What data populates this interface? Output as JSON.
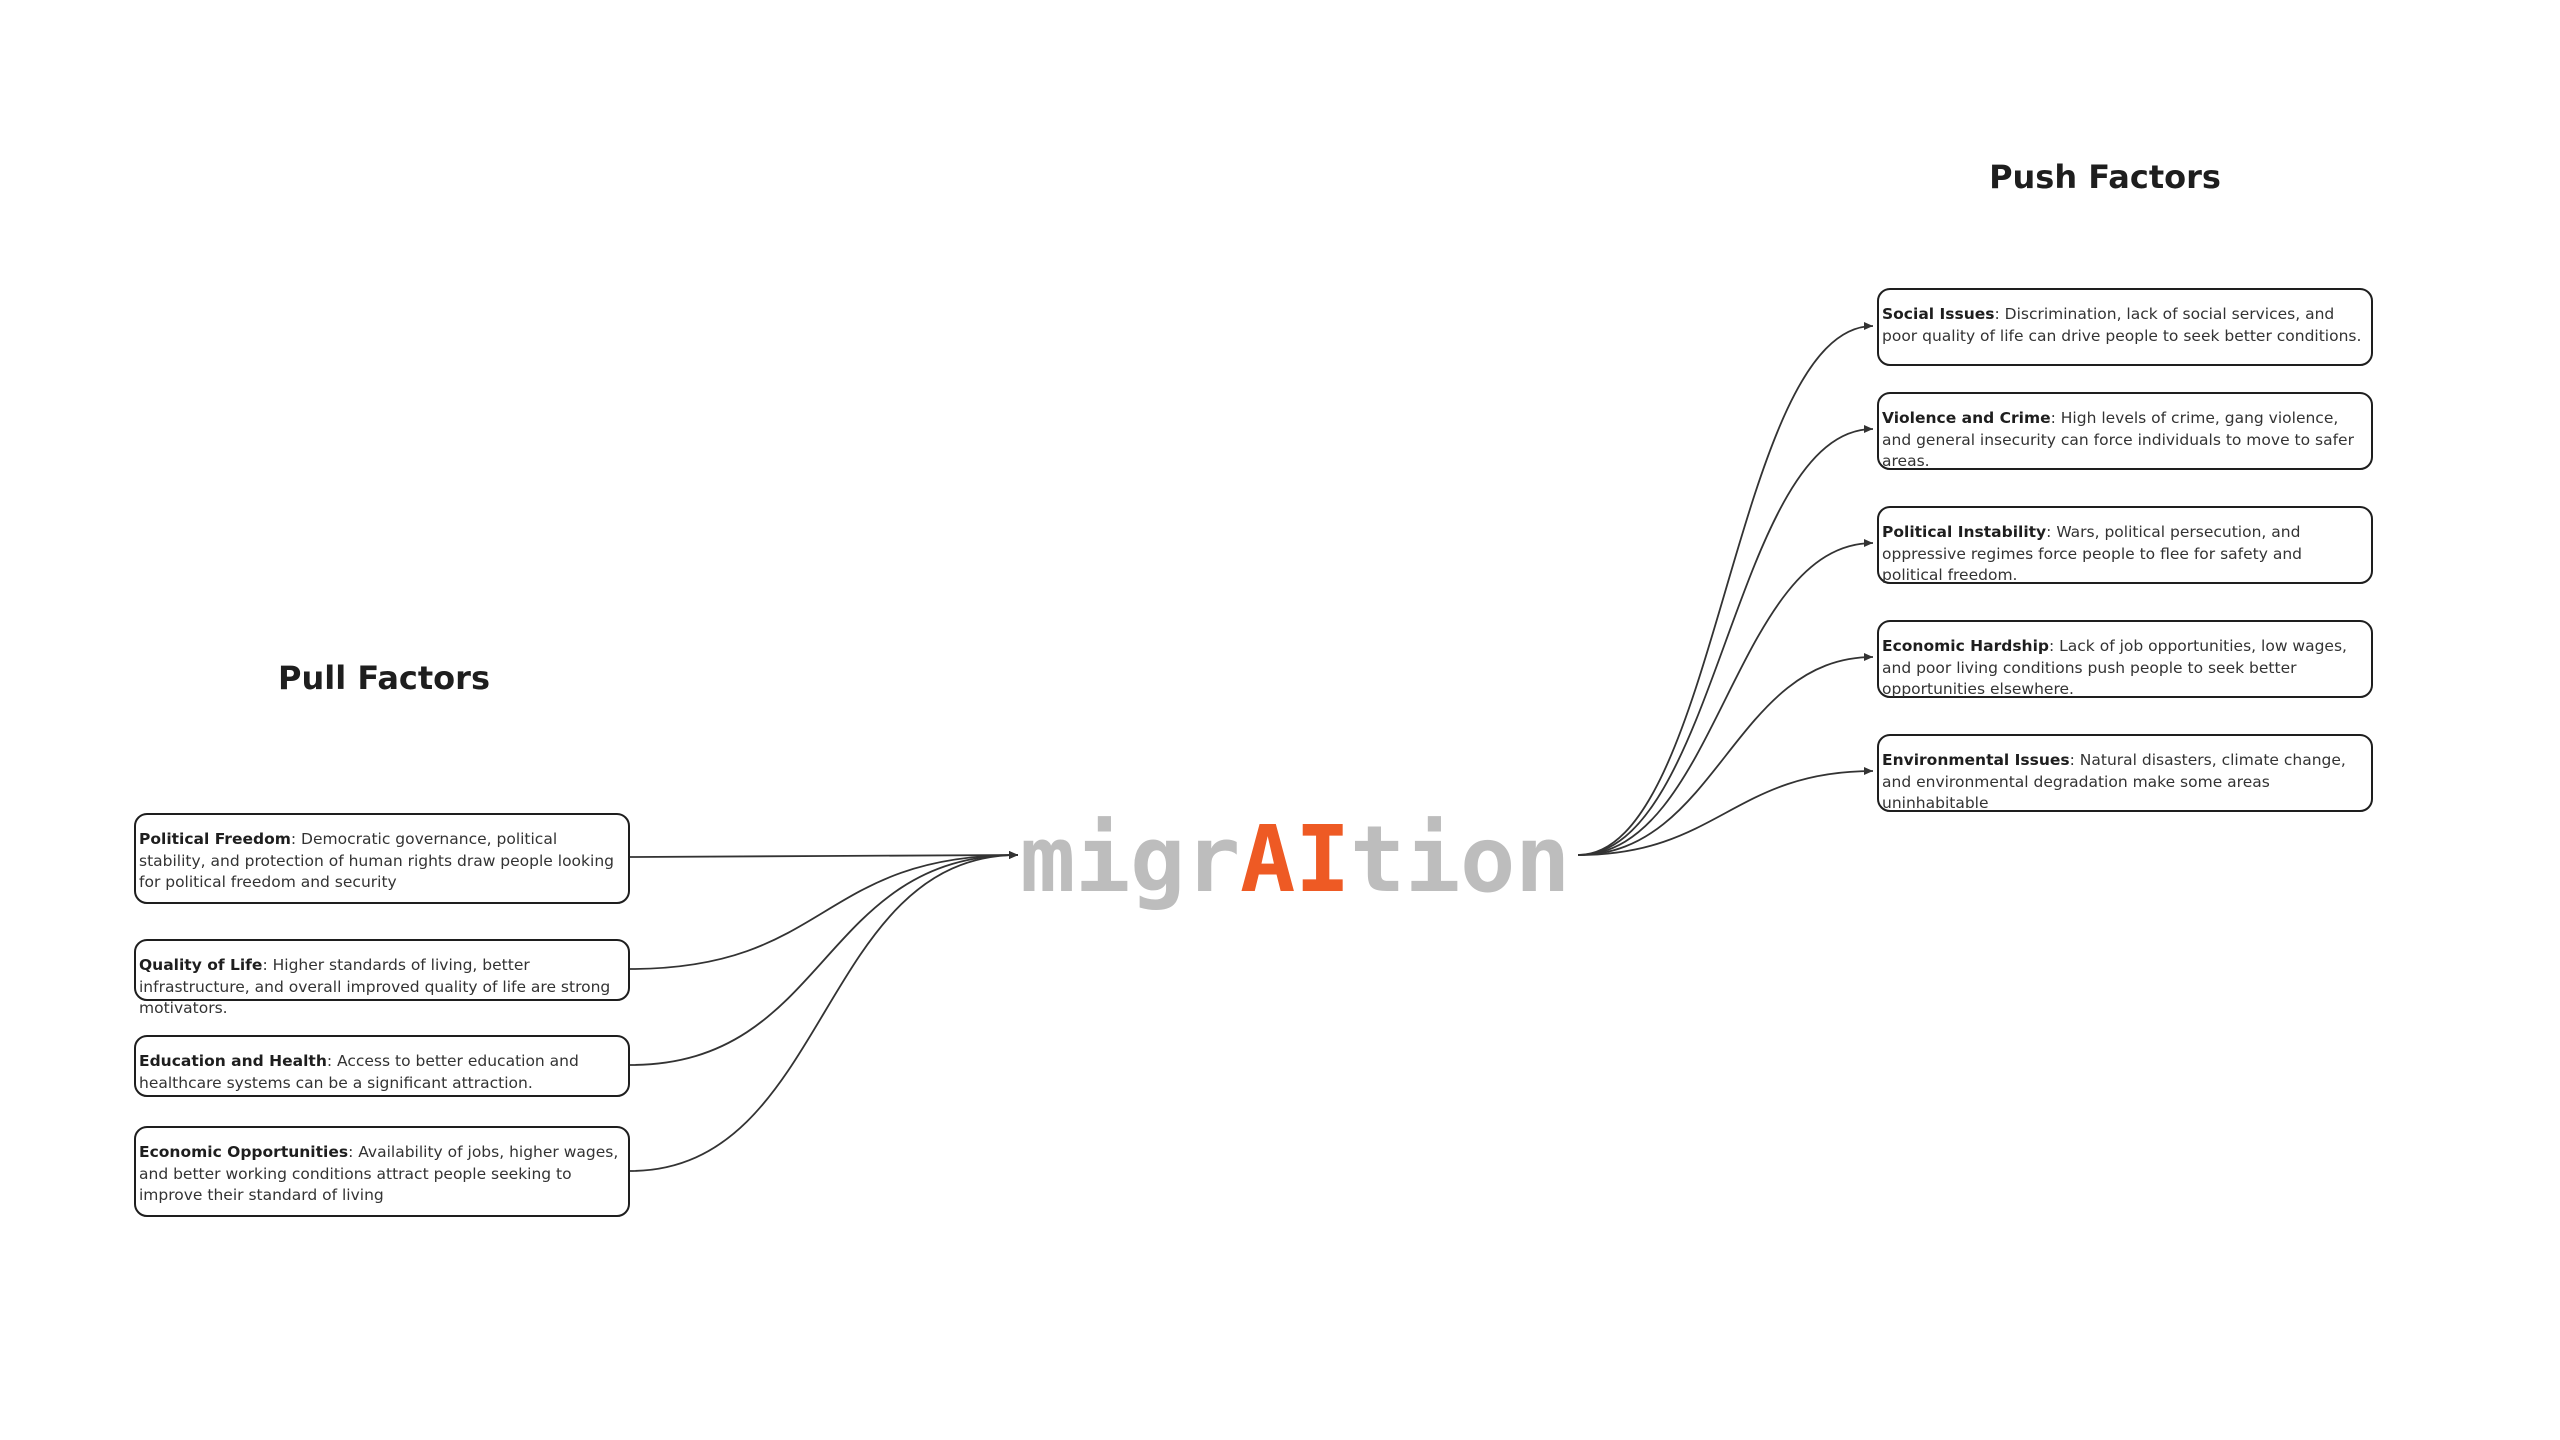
{
  "push": {
    "title": "Push Factors",
    "factors": [
      {
        "name": "Social Issues",
        "text": ": Discrimination, lack of social services, and poor quality of life can drive people to seek better conditions."
      },
      {
        "name": "Violence and Crime",
        "text": ": High levels of crime, gang violence, and general insecurity can force individuals to move to safer areas."
      },
      {
        "name": "Political Instability",
        "text": ": Wars, political persecution, and oppressive regimes force people to flee for safety and political freedom."
      },
      {
        "name": "Economic Hardship",
        "text": ": Lack of job opportunities, low wages, and poor living conditions push people to seek better opportunities elsewhere."
      },
      {
        "name": "Environmental Issues",
        "text": ": Natural disasters, climate change, and environmental degradation make some areas uninhabitable"
      }
    ]
  },
  "pull": {
    "title": "Pull Factors",
    "factors": [
      {
        "name": "Political Freedom",
        "text": ": Democratic governance, political stability, and protection of human rights draw people looking for political freedom and security"
      },
      {
        "name": "Quality of Life",
        "text": ": Higher standards of living, better infrastructure, and overall improved quality of life are strong motivators."
      },
      {
        "name": "Education and Health",
        "text": ": Access to better education and healthcare systems can be a significant attraction."
      },
      {
        "name": "Economic Opportunities",
        "text": ": Availability of jobs, higher wages, and better working conditions attract people seeking to improve their standard of living"
      }
    ]
  },
  "center": {
    "parts": [
      "m",
      "i",
      "g",
      "r",
      "A",
      "I",
      "t",
      "i",
      "o",
      "n"
    ],
    "accent_color": "#ee5a24",
    "base_color": "#bdbdbd"
  },
  "colors": {
    "text": "#1e1e1e",
    "connector": "#333333"
  }
}
